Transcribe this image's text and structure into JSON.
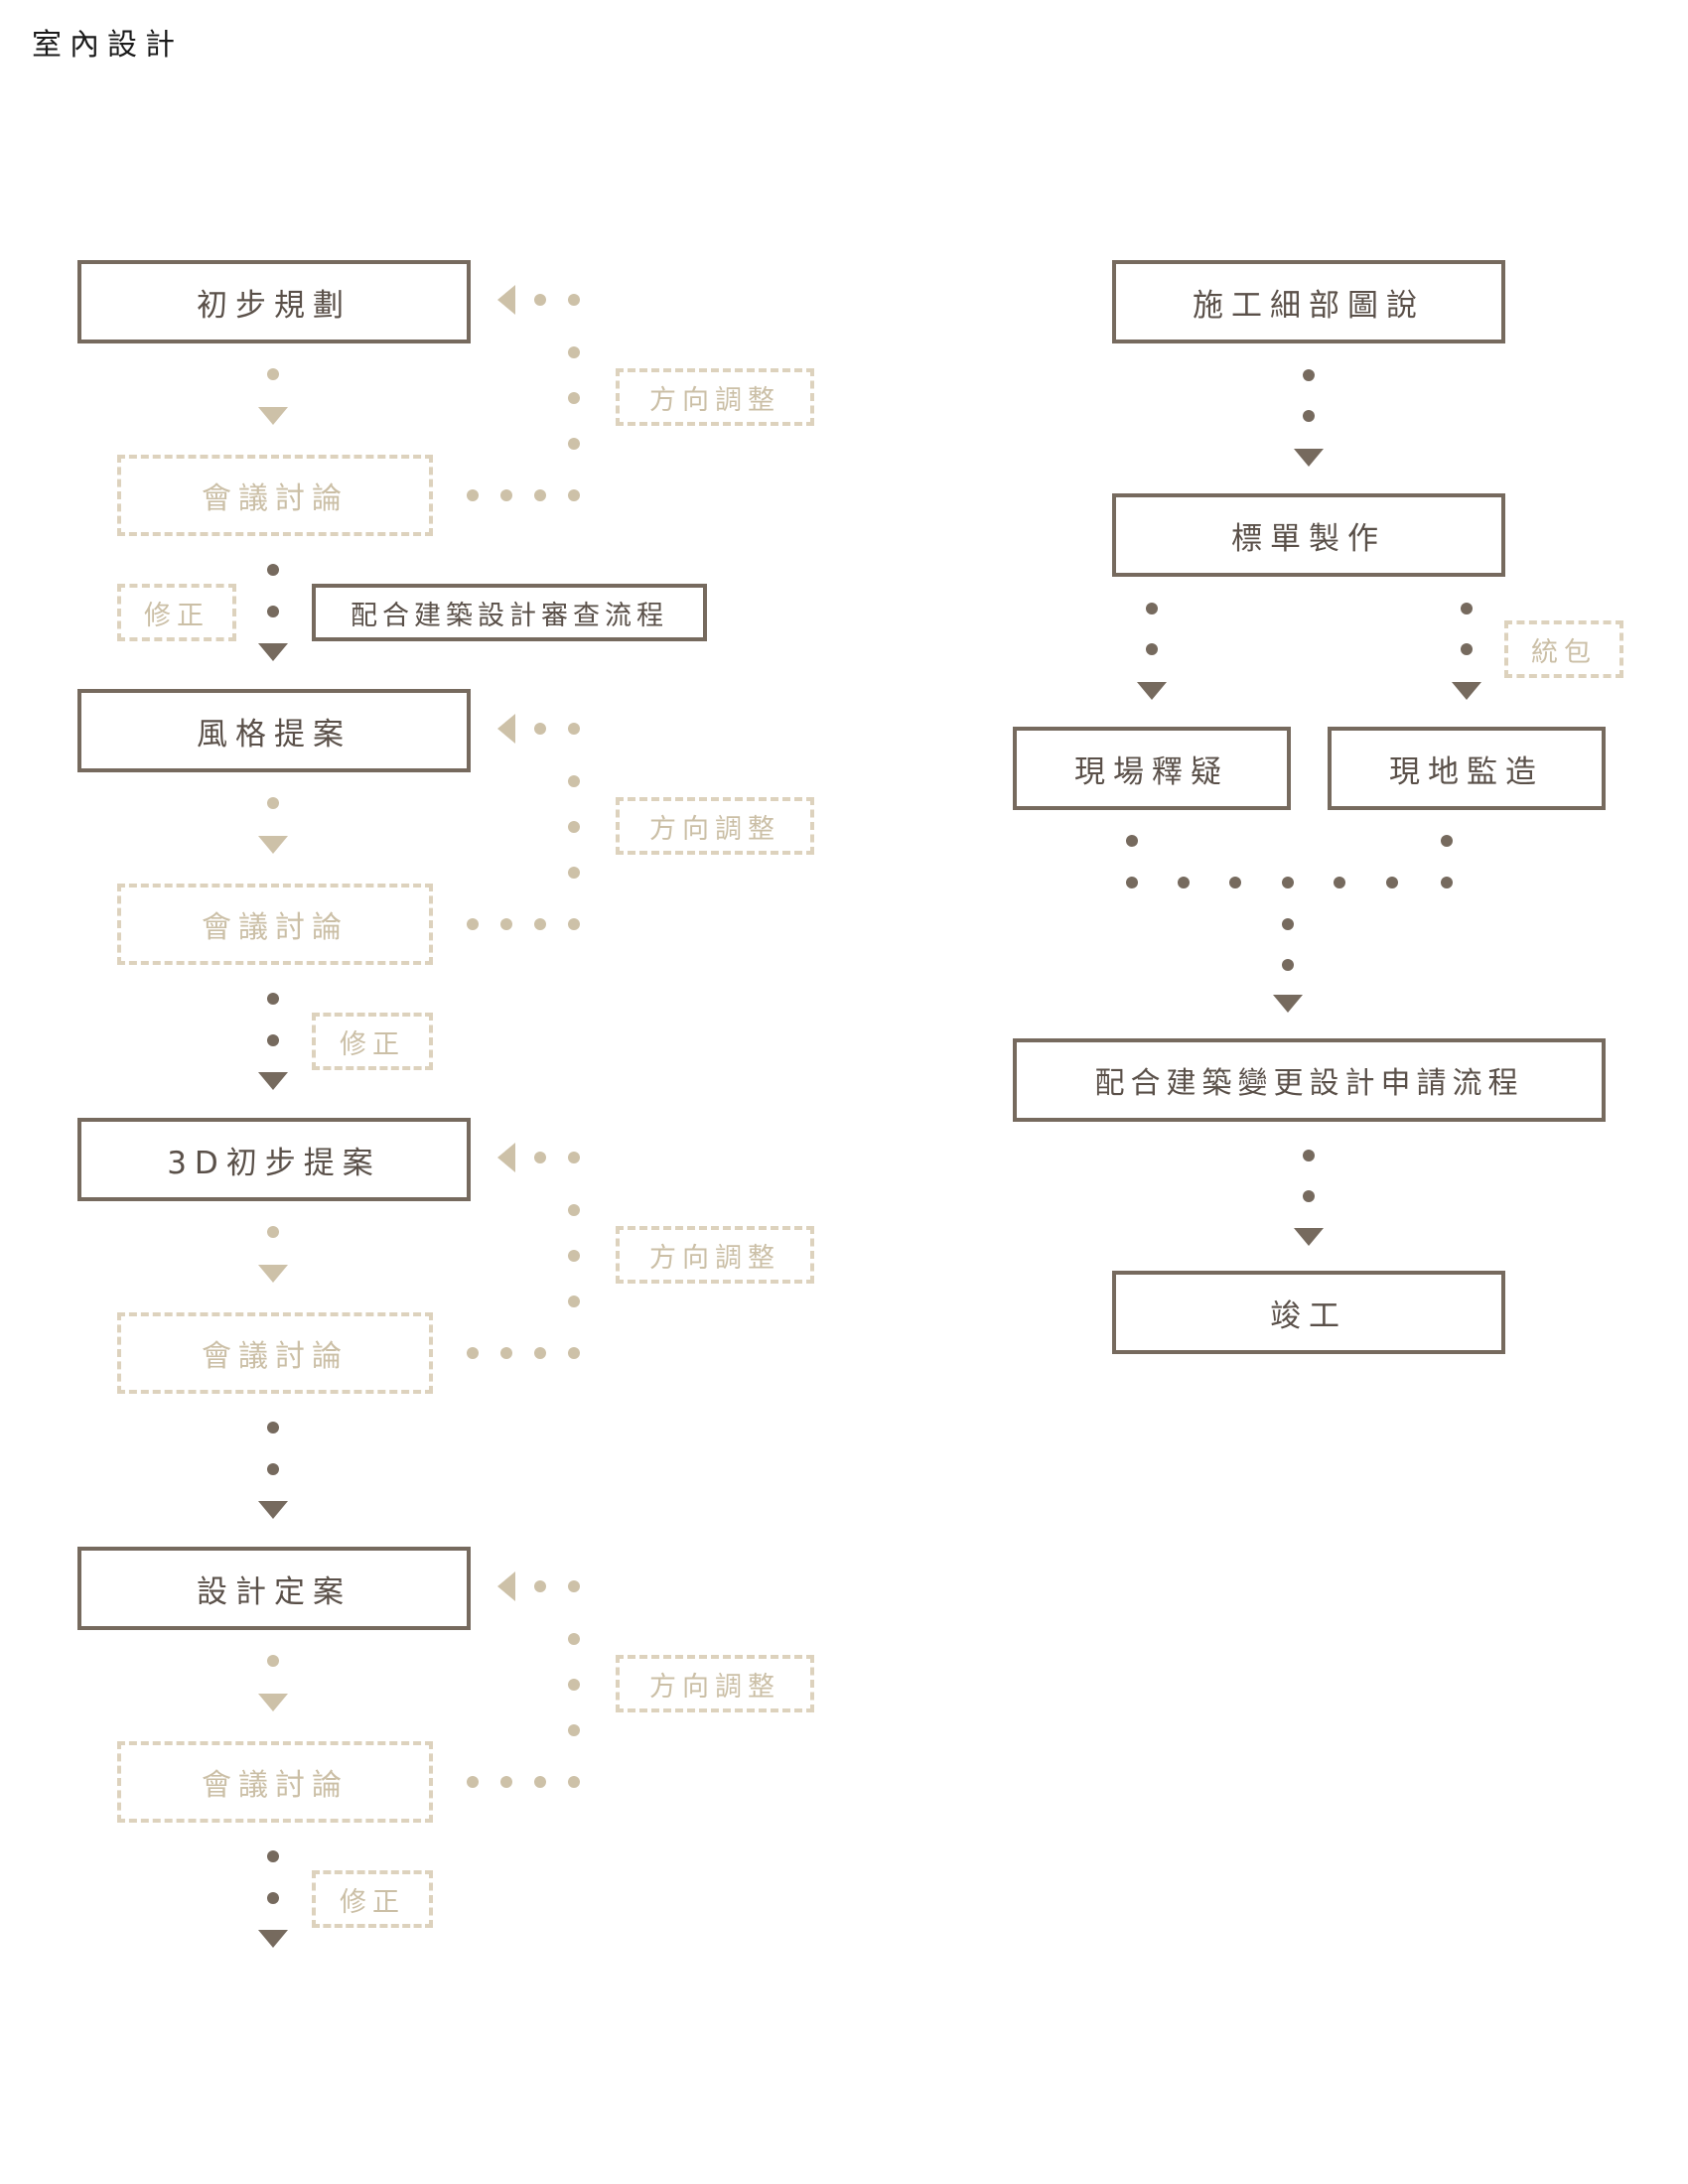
{
  "title": "室內設計",
  "left_column": {
    "main_steps": [
      "初步規劃",
      "風格提案",
      "3D初步提案",
      "設計定案"
    ],
    "meeting_label": "會議討論",
    "direction_label": "方向調整",
    "revise_label": "修正",
    "architecture_review": "配合建築設計審查流程"
  },
  "right_column": {
    "drawings": "施工細部圖說",
    "tender": "標單製作",
    "site_qa": "現場釋疑",
    "site_supervision": "現地監造",
    "package_label": "統包",
    "change_process": "配合建築變更設計申請流程",
    "completion": "竣工"
  },
  "colors": {
    "solid_border": "#766a5e",
    "solid_text": "#5a5049",
    "dashed_border": "#ddd2bd",
    "dashed_text": "#cbbfa6",
    "dark_connector": "#766a5e",
    "light_connector": "#cdc1a8"
  }
}
